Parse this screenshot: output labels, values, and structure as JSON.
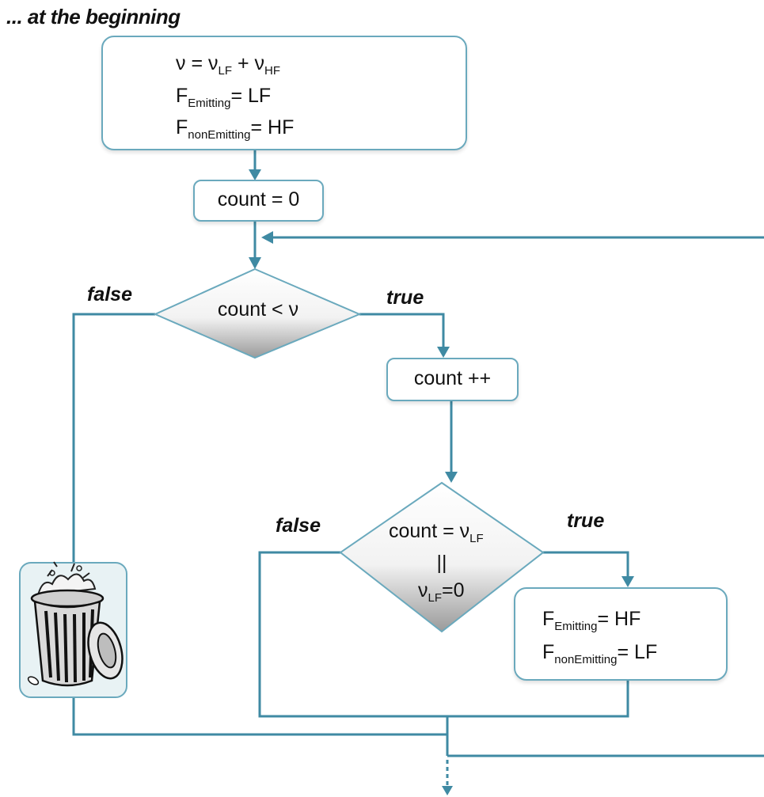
{
  "heading": "... at the beginning",
  "init_box": {
    "line1": {
      "nu": "ν",
      "eq": " = ",
      "nu2": "ν",
      "sub_lf": "LF",
      "plus": " + ",
      "nu3": "ν",
      "sub_hf": "HF"
    },
    "line2": {
      "f": "F",
      "sub": "Emitting",
      "rest": "= LF"
    },
    "line3": {
      "f": "F",
      "sub": "nonEmitting",
      "rest": "= HF"
    }
  },
  "count_init": "count = 0",
  "cond1": {
    "text": "count < ν",
    "false_label": "false",
    "true_label": "true"
  },
  "count_inc": "count ++",
  "cond2": {
    "line1_pre": "count = ν",
    "line1_sub": "LF",
    "line2": "||",
    "line3_nu": "ν",
    "line3_sub": "LF",
    "line3_rest": "=0",
    "false_label": "false",
    "true_label": "true"
  },
  "swap_box": {
    "line1": {
      "f": "F",
      "sub": "Emitting",
      "rest": "= HF"
    },
    "line2": {
      "f": "F",
      "sub": "nonEmitting",
      "rest": "= LF"
    }
  },
  "icons": {
    "trash": "trash-can-icon"
  },
  "colors": {
    "connector": "#3f8aa3",
    "box_border": "#6aa9bd"
  }
}
